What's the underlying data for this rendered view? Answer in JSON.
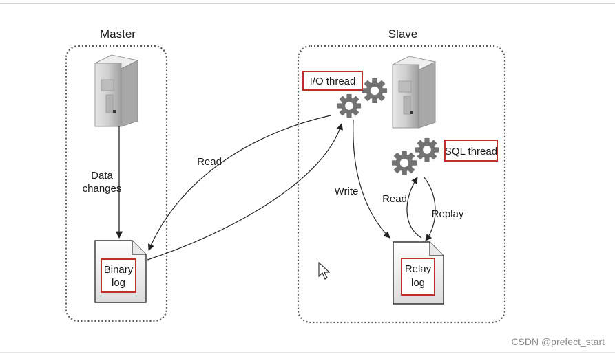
{
  "master": {
    "title": "Master",
    "data_changes_line1": "Data",
    "data_changes_line2": "changes",
    "binary_log_line1": "Binary",
    "binary_log_line2": "log"
  },
  "slave": {
    "title": "Slave",
    "io_thread": "I/O thread",
    "sql_thread": "SQL thread",
    "relay_log_line1": "Relay",
    "relay_log_line2": "log",
    "write_label": "Write",
    "read_label": "Read",
    "replay_label": "Replay"
  },
  "replication": {
    "read_label": "Read"
  },
  "watermark": "CSDN @prefect_start",
  "colors": {
    "highlight_box": "#c0302a",
    "gear": "#6f6f6f",
    "server": "#c8c8c8",
    "dotted_border": "#555555"
  },
  "icons": {
    "server": "server-icon",
    "gear": "gear-icon",
    "document": "document-icon",
    "cursor": "mouse-cursor-icon"
  }
}
